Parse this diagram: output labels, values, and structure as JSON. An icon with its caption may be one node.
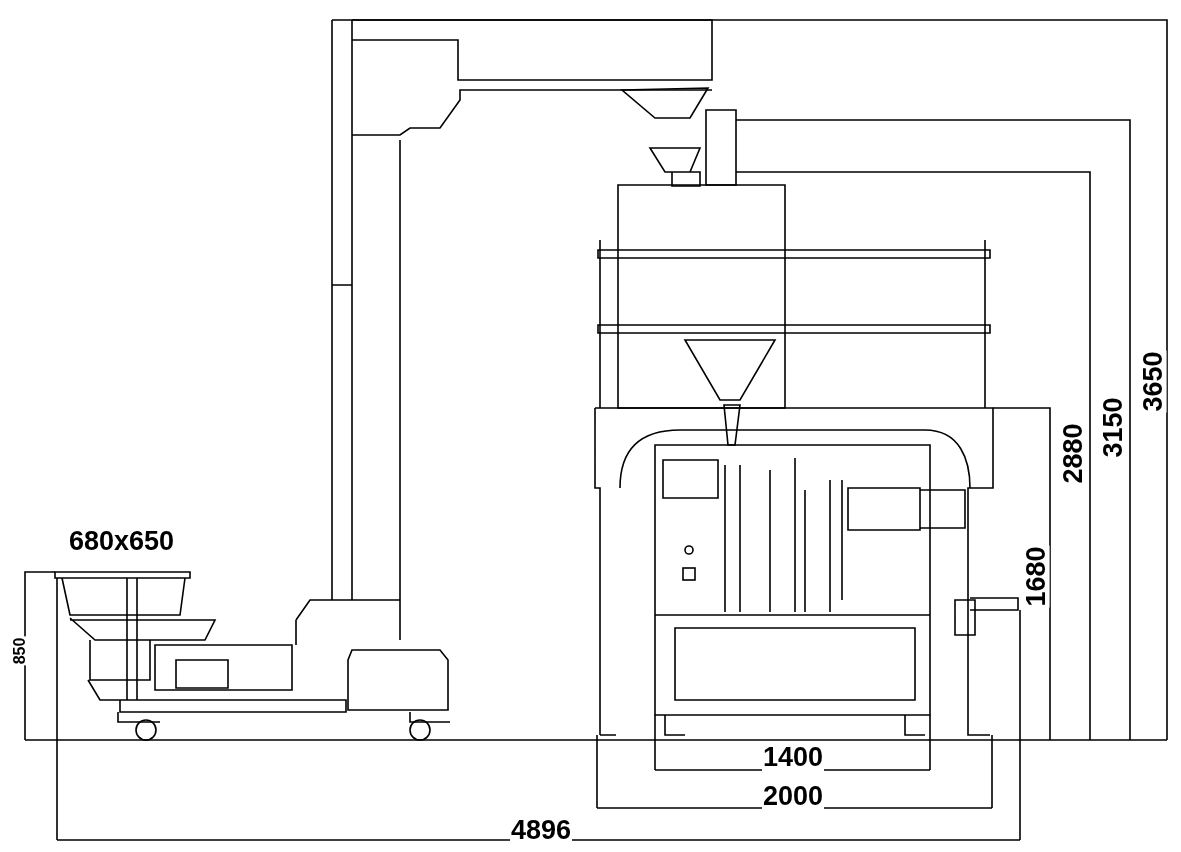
{
  "diagram": {
    "labels": [
      "680x650",
      "850",
      "1680",
      "2880",
      "3150",
      "3650",
      "1400",
      "2000",
      "4896"
    ]
  }
}
